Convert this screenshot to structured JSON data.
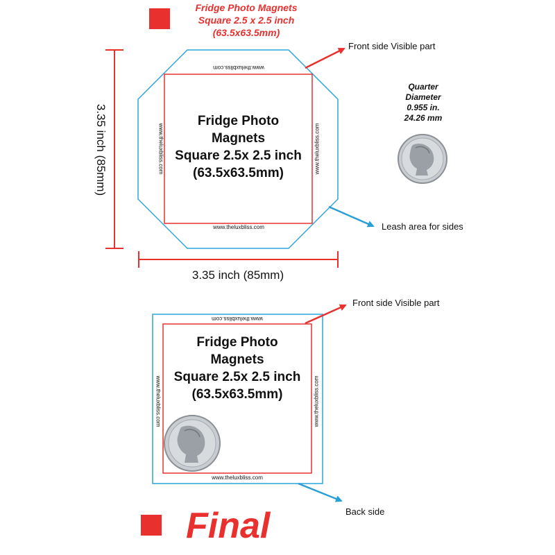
{
  "header": {
    "line1": "Fridge Photo Magnets",
    "line2": "Square 2.5 x 2.5 inch",
    "line3": "(63.5x63.5mm)"
  },
  "top_diagram": {
    "label_line1": "Fridge Photo",
    "label_line2": "Magnets",
    "label_line3": "Square 2.5x 2.5 inch",
    "label_line4": "(63.5x63.5mm)",
    "url_top": "www.theluxbliss.com",
    "url_bottom": "www.theluxbliss.com",
    "url_left": "www.theluxbliss.com",
    "url_right": "www.theluxbliss.com",
    "height_label": "3.35 inch (85mm)",
    "width_label": "3.35 inch (85mm)",
    "callout_front": "Front side Visible part",
    "callout_leash": "Leash area for sides"
  },
  "quarter": {
    "line1": "Quarter",
    "line2": "Diameter",
    "line3": "0.955 in.",
    "line4": "24.26 mm"
  },
  "bottom_diagram": {
    "label_line1": "Fridge Photo",
    "label_line2": "Magnets",
    "label_line3": "Square 2.5x 2.5 inch",
    "label_line4": "(63.5x63.5mm)",
    "url_top": "www.theluxbliss.com",
    "url_bottom": "www.theluxbliss.com",
    "url_left": "www.theluxbliss.com",
    "url_right": "www.theluxbliss.com",
    "callout_front": "Front side Visible part",
    "callout_back": "Back side"
  },
  "footer": {
    "final_label": "Final"
  },
  "colors": {
    "accent_red": "#e8312f",
    "outline_blue": "#2aa6d8",
    "arrow_blue": "#2a9fd6"
  }
}
